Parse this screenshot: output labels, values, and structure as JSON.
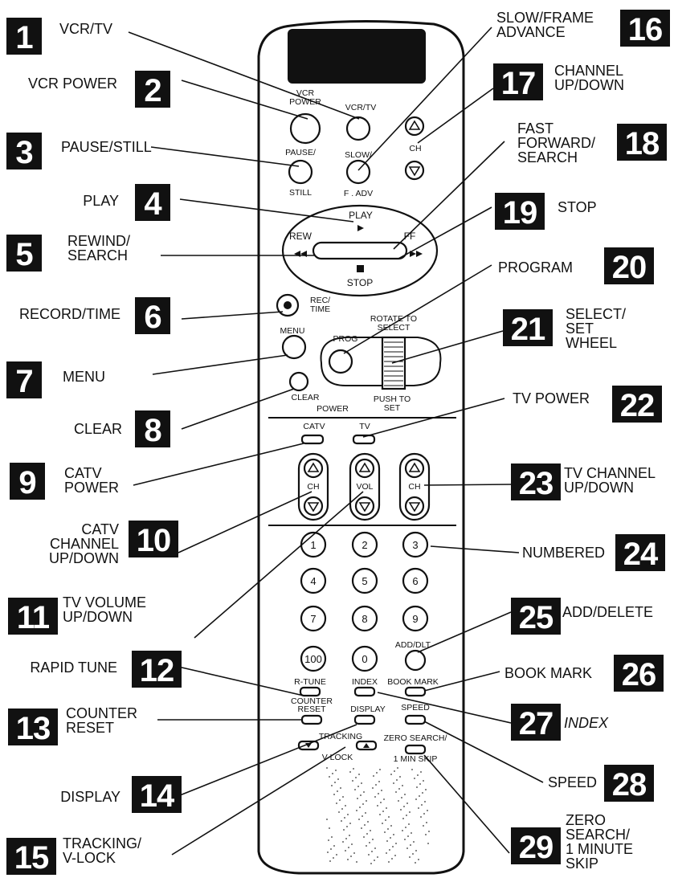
{
  "callouts": [
    {
      "n": "1",
      "lines": [
        "VCR/TV"
      ]
    },
    {
      "n": "2",
      "lines": [
        "VCR POWER"
      ]
    },
    {
      "n": "3",
      "lines": [
        "PAUSE/STILL"
      ]
    },
    {
      "n": "4",
      "lines": [
        "PLAY"
      ]
    },
    {
      "n": "5",
      "lines": [
        "REWIND/",
        "SEARCH"
      ]
    },
    {
      "n": "6",
      "lines": [
        "RECORD/TIME"
      ]
    },
    {
      "n": "7",
      "lines": [
        "MENU"
      ]
    },
    {
      "n": "8",
      "lines": [
        "CLEAR"
      ]
    },
    {
      "n": "9",
      "lines": [
        "CATV",
        "POWER"
      ]
    },
    {
      "n": "10",
      "lines": [
        "CATV",
        "CHANNEL",
        "UP/DOWN"
      ]
    },
    {
      "n": "11",
      "lines": [
        "TV VOLUME",
        "UP/DOWN"
      ]
    },
    {
      "n": "12",
      "lines": [
        "RAPID TUNE"
      ]
    },
    {
      "n": "13",
      "lines": [
        "COUNTER",
        "RESET"
      ]
    },
    {
      "n": "14",
      "lines": [
        "DISPLAY"
      ]
    },
    {
      "n": "15",
      "lines": [
        "TRACKING/",
        "V-LOCK"
      ]
    },
    {
      "n": "16",
      "lines": [
        "SLOW/FRAME",
        "ADVANCE"
      ]
    },
    {
      "n": "17",
      "lines": [
        "CHANNEL",
        "UP/DOWN"
      ]
    },
    {
      "n": "18",
      "lines": [
        "FAST",
        "FORWARD/",
        "SEARCH"
      ]
    },
    {
      "n": "19",
      "lines": [
        "STOP"
      ]
    },
    {
      "n": "20",
      "lines": [
        "PROGRAM"
      ]
    },
    {
      "n": "21",
      "lines": [
        "SELECT/",
        "SET",
        "WHEEL"
      ]
    },
    {
      "n": "22",
      "lines": [
        "TV POWER"
      ]
    },
    {
      "n": "23",
      "lines": [
        "TV CHANNEL",
        "UP/DOWN"
      ]
    },
    {
      "n": "24",
      "lines": [
        "NUMBERED"
      ]
    },
    {
      "n": "25",
      "lines": [
        "ADD/DELETE"
      ]
    },
    {
      "n": "26",
      "lines": [
        "BOOK MARK"
      ]
    },
    {
      "n": "27",
      "lines": [
        "INDEX"
      ]
    },
    {
      "n": "28",
      "lines": [
        "SPEED"
      ]
    },
    {
      "n": "29",
      "lines": [
        "ZERO",
        "SEARCH/",
        "1 MINUTE",
        "SKIP"
      ]
    }
  ],
  "remote": {
    "vcr_power": [
      "VCR",
      "POWER"
    ],
    "vcr_tv": "VCR/TV",
    "pause": [
      "PAUSE/",
      "STILL"
    ],
    "slow": "SLOW/",
    "f_adv": "F . ADV",
    "ch": "CH",
    "play": "PLAY",
    "rew": "REW",
    "ff": "FF",
    "stop": "STOP",
    "rec": [
      "REC/",
      "TIME"
    ],
    "menu": "MENU",
    "rotate": [
      "ROTATE TO",
      "SELECT"
    ],
    "prog": "PROG",
    "clear": "CLEAR",
    "push": [
      "PUSH TO",
      "SET"
    ],
    "power": "POWER",
    "catv": "CATV",
    "tv": "TV",
    "vol": "VOL",
    "digits": [
      "1",
      "2",
      "3",
      "4",
      "5",
      "6",
      "7",
      "8",
      "9",
      "100",
      "0"
    ],
    "add_dlt": "ADD/DLT",
    "r_tune": "R-TUNE",
    "index": "INDEX",
    "book_mark": "BOOK MARK",
    "counter_reset": [
      "COUNTER",
      "RESET"
    ],
    "display": "DISPLAY",
    "speed": "SPEED",
    "tracking": "TRACKING",
    "v_lock": "V-LOCK",
    "zero_search": [
      "ZERO SEARCH/",
      "1 MIN SKIP"
    ]
  }
}
